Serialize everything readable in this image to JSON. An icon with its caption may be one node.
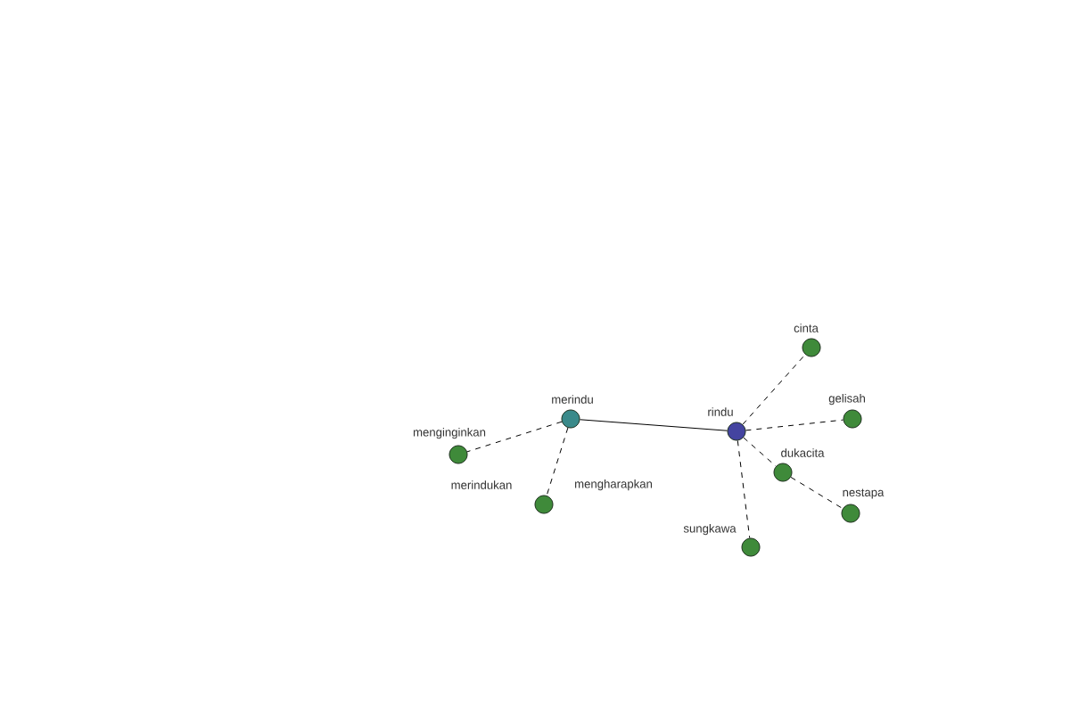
{
  "diagram": {
    "nodes": [
      {
        "text": [
          "cinta"
        ]
      },
      {
        "text": [
          "merindu"
        ]
      },
      {
        "text": [
          "gelisah"
        ]
      },
      {
        "text": [
          "rindu"
        ]
      },
      {
        "text": [
          "menginginkan"
        ]
      },
      {
        "text": [
          "dukacita"
        ]
      },
      {
        "text": [
          "mengharapkan"
        ]
      },
      {
        "text": [
          "nestapa"
        ]
      },
      {
        "text": [
          "sungkawa"
        ]
      }
    ],
    "edges": [
      {
        "from": 1,
        "to": 3,
        "arrow": "none"
      },
      {
        "from": 1,
        "to": 4,
        "arrow": "none",
        "style": "dashed"
      },
      {
        "from": 1,
        "to": 6,
        "arrow": "none",
        "style": "dashed"
      },
      {
        "from": 3,
        "to": 0,
        "arrow": "none",
        "style": "dashed"
      },
      {
        "from": 3,
        "to": 2,
        "arrow": "none",
        "style": "dashed"
      },
      {
        "from": 3,
        "to": 5,
        "arrow": "none",
        "style": "dashed"
      },
      {
        "from": 3,
        "to": 8,
        "arrow": "none",
        "style": "dashed"
      },
      {
        "from": 5,
        "to": 7,
        "arrow": "none",
        "style": "dashed"
      }
    ],
    "labels": [
      "merindukan"
    ]
  }
}
